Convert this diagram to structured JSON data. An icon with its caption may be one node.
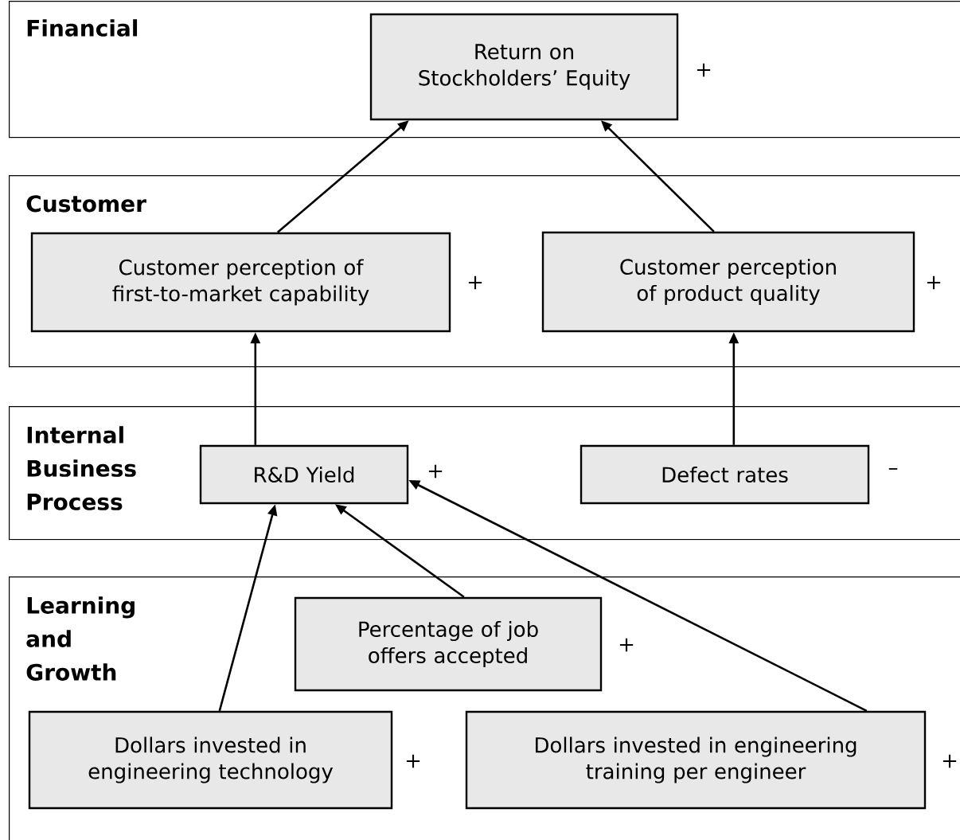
{
  "diagram": {
    "nodes": [
      {
        "text": [
          "Financial"
        ]
      },
      {
        "text": [
          "Return on Stockholders’ Equity"
        ],
        "in": 0,
        "beside": [
          "+"
        ]
      },
      {
        "text": [
          "Customer"
        ]
      },
      {
        "text": [
          "Customer perception of first-to-market capability"
        ],
        "in": 2,
        "beside": [
          "+"
        ]
      },
      {
        "text": [
          "Customer perception of product quality"
        ],
        "in": 2,
        "beside": [
          "+"
        ]
      },
      {
        "text": [
          "Internal Business Process"
        ]
      },
      {
        "text": [
          "R&D Yield"
        ],
        "in": 5,
        "beside": [
          "+"
        ]
      },
      {
        "text": [
          "Defect rates"
        ],
        "in": 5,
        "beside": [
          "–"
        ]
      },
      {
        "text": [
          "Learning and Growth"
        ]
      },
      {
        "text": [
          "Percentage of job offers accepted"
        ],
        "in": 8,
        "beside": [
          "+"
        ]
      },
      {
        "text": [
          "Dollars invested in engineering technology"
        ],
        "in": 8,
        "beside": [
          "+"
        ]
      },
      {
        "text": [
          "Dollars invested in engineering training per engineer"
        ],
        "in": 8,
        "beside": [
          "+"
        ]
      }
    ],
    "edges": [
      {
        "from": 3,
        "to": 1,
        "arrow": "to"
      },
      {
        "from": 4,
        "to": 1,
        "arrow": "to"
      },
      {
        "from": 6,
        "to": 3,
        "arrow": "to"
      },
      {
        "from": 7,
        "to": 4,
        "arrow": "to"
      },
      {
        "from": 10,
        "to": 6,
        "arrow": "to"
      },
      {
        "from": 9,
        "to": 6,
        "arrow": "to"
      },
      {
        "from": 11,
        "to": 6,
        "arrow": "to"
      }
    ]
  }
}
